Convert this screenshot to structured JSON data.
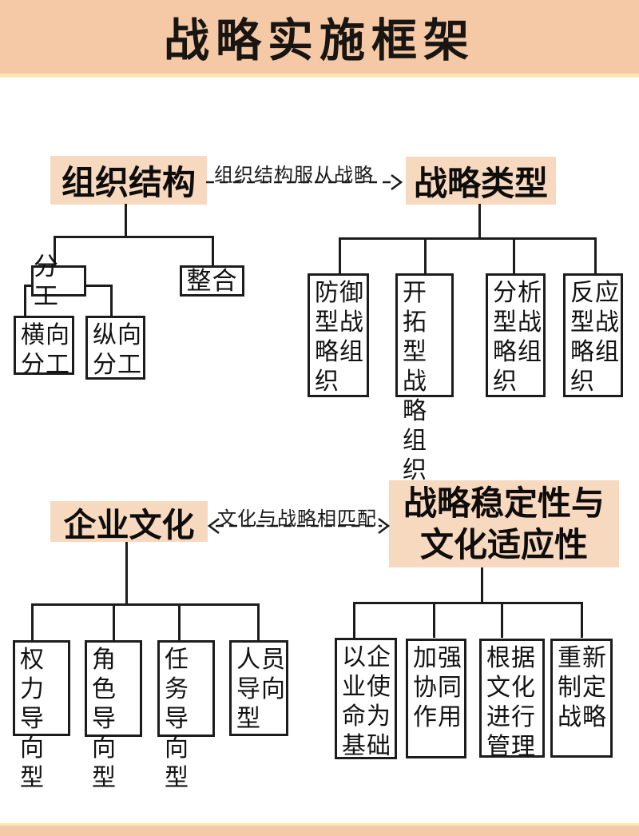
{
  "title": "战略实施框架",
  "colors": {
    "banner": "#f5c9a5",
    "banner_edge": "#fbe7b4",
    "highlight": "#f7d9c0",
    "line": "#1c1c1c",
    "text": "#111111"
  },
  "sections": {
    "organization": {
      "node": "组织结构",
      "arrow_label": "组织结构服从战略",
      "children": {
        "division": "分工",
        "integration": "整合",
        "horizontal_division": "横向\n分工",
        "vertical_division": "纵向\n分工"
      }
    },
    "strategy_type": {
      "node": "战略类型",
      "children": [
        "防御\n型战\n略组\n织",
        "开拓\n型战\n略组\n织",
        "分析\n型战\n略组\n织",
        "反应\n型战\n略组\n织"
      ]
    },
    "culture": {
      "node": "企业文化",
      "arrow_label": "文化与战略相匹配",
      "children": [
        "权力\n导向\n型",
        "角色\n导向\n型",
        "任务\n导向\n型",
        "人员\n导向\n型"
      ]
    },
    "stability": {
      "node": "战略稳定性与\n文化适应性",
      "children": [
        "以企\n业使\n命为\n基础",
        "加强\n协同\n作用",
        "根据\n文化\n进行\n管理",
        "重新\n制定\n战略"
      ]
    }
  }
}
